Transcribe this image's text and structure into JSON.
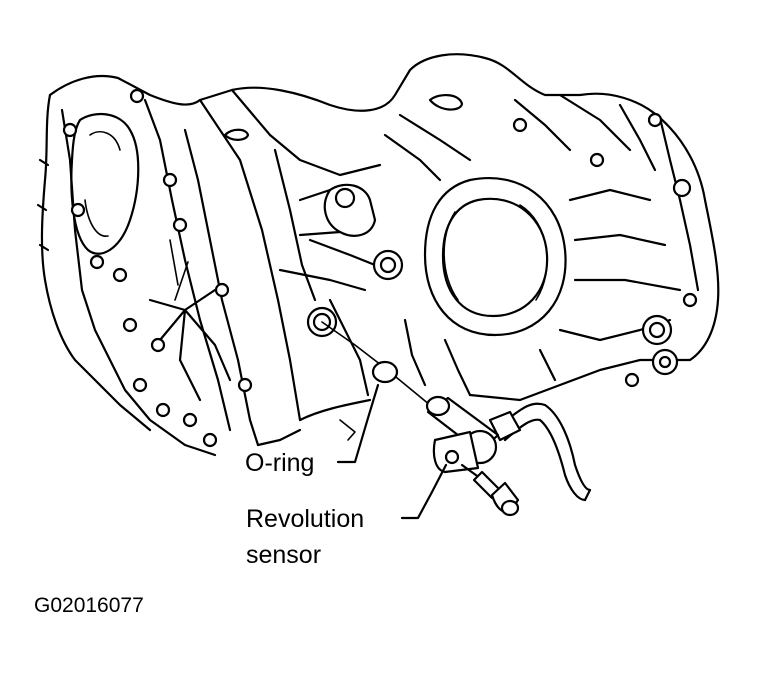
{
  "labels": {
    "o_ring": "O-ring",
    "revolution_line1": "Revolution",
    "revolution_line2": "sensor"
  },
  "figure_code": "G02016077"
}
